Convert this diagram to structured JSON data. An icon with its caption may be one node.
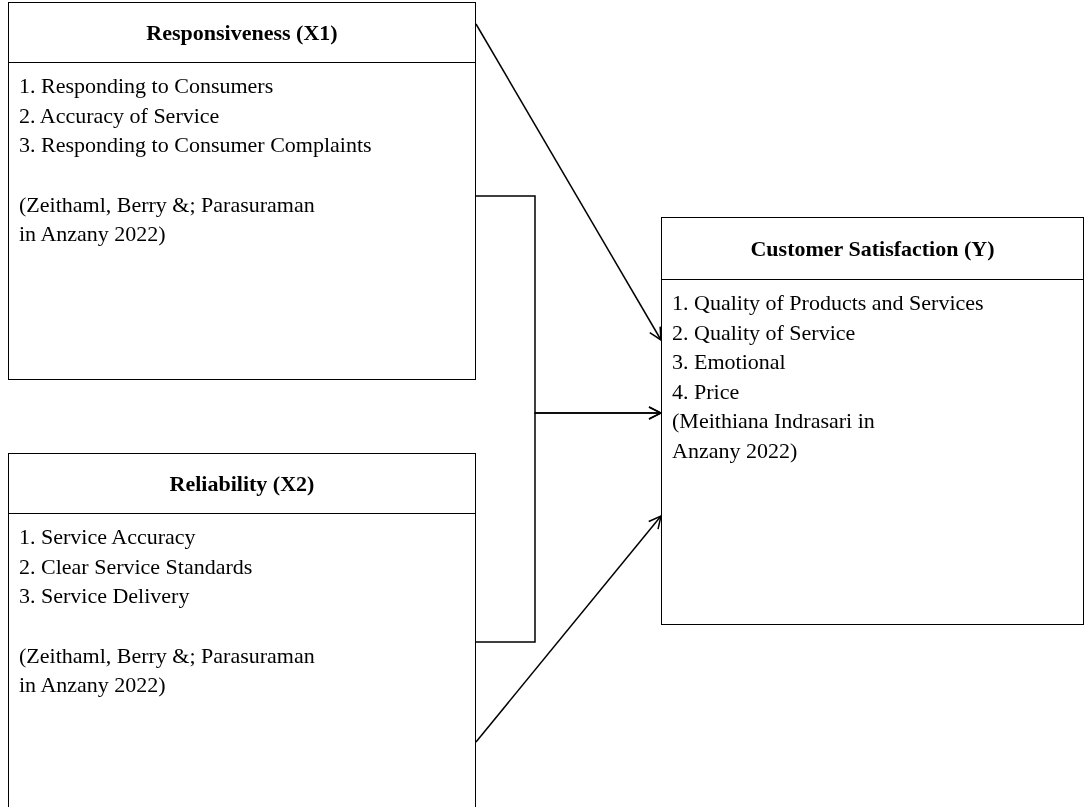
{
  "diagram": {
    "nodes": [
      {
        "text": [
          "Responsiveness (X1)",
          "1. Responding to Consumers",
          "2. Accuracy of Service",
          "3. Responding to Consumer Complaints",
          "(Zeithaml, Berry &; Parasuraman in Anzany 2022)"
        ]
      },
      {
        "text": [
          "Reliability (X2)",
          "1. Service Accuracy",
          "2. Clear Service Standards",
          "3. Service Delivery",
          "(Zeithaml, Berry &; Parasuraman in Anzany 2022)"
        ]
      },
      {
        "text": [
          "Customer Satisfaction (Y)",
          "1. Quality of Products and Services",
          "2. Quality of Service",
          "3. Emotional",
          "4. Price",
          "(Meithiana Indrasari in Anzany 2022)"
        ]
      }
    ],
    "edges": [
      {
        "from": 0,
        "to": 2,
        "arrow": "to"
      },
      {
        "from": 0,
        "to": 2,
        "arrow": "to"
      },
      {
        "from": 1,
        "to": 2,
        "arrow": "to"
      },
      {
        "from": 1,
        "to": 2,
        "arrow": "to"
      }
    ]
  }
}
